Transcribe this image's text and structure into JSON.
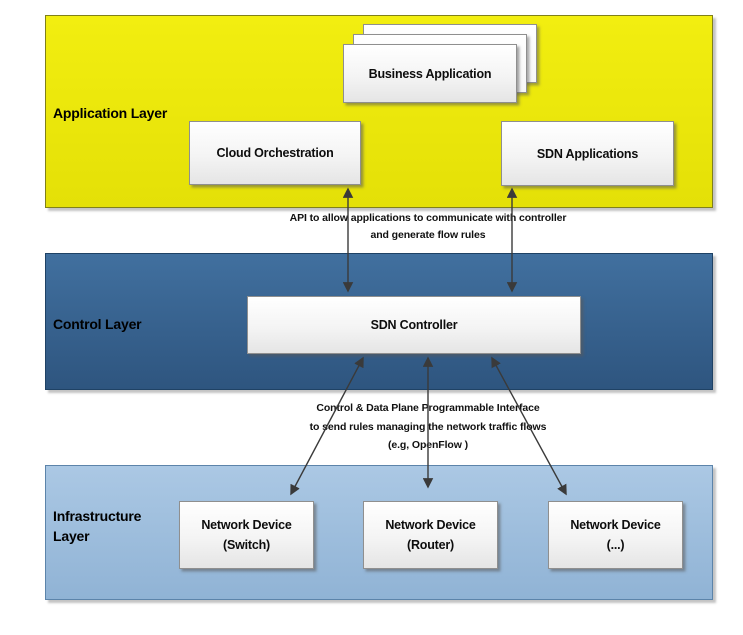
{
  "diagram": {
    "layers": {
      "application": {
        "label": "Application Layer",
        "fill_top": "#f2ee10",
        "fill_bottom": "#e4e007"
      },
      "control": {
        "label": "Control Layer",
        "fill_top": "#41709f",
        "fill_bottom": "#2e557f"
      },
      "infrastructure": {
        "label": "Infrastructure Layer",
        "fill_top": "#abc8e4",
        "fill_bottom": "#90b3d5"
      }
    },
    "nodes": {
      "business_application": {
        "label": "Business Application"
      },
      "cloud_orchestration": {
        "label": "Cloud Orchestration"
      },
      "sdn_applications": {
        "label": "SDN Applications"
      },
      "sdn_controller": {
        "label": "SDN Controller"
      },
      "devices": [
        {
          "name": "Network Device",
          "kind": "(Switch)"
        },
        {
          "name": "Network Device",
          "kind": "(Router)"
        },
        {
          "name": "Network Device",
          "kind": "(...)"
        }
      ]
    },
    "annotations": {
      "api": {
        "line1": "API to allow applications to communicate with controller",
        "line2": "and generate flow rules"
      },
      "cdpi": {
        "line1": "Control & Data Plane Programmable Interface",
        "line2": "to send rules managing the network traffic flows",
        "line3": "(e.g, OpenFlow )"
      }
    },
    "arrow_color": "#3a3a3a"
  }
}
